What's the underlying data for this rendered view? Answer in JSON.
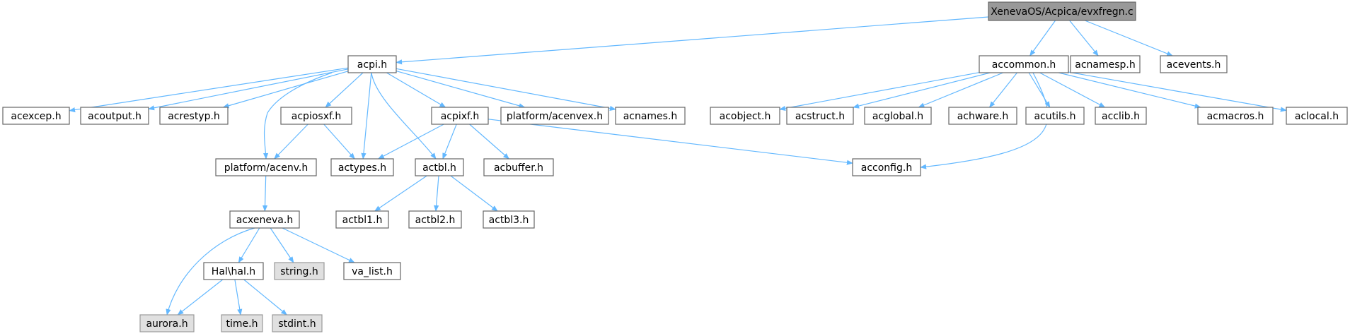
{
  "graph": {
    "root": "XenevaOS/Acpica/evxfregn.c",
    "nodes": [
      {
        "id": "root",
        "label": "XenevaOS/Acpica/evxfregn.c",
        "kind": "root"
      },
      {
        "id": "acpi",
        "label": "acpi.h",
        "kind": "local"
      },
      {
        "id": "accommon",
        "label": "accommon.h",
        "kind": "local"
      },
      {
        "id": "acnamesp",
        "label": "acnamesp.h",
        "kind": "local"
      },
      {
        "id": "acevents",
        "label": "acevents.h",
        "kind": "local"
      },
      {
        "id": "acexcep",
        "label": "acexcep.h",
        "kind": "local"
      },
      {
        "id": "acoutput",
        "label": "acoutput.h",
        "kind": "local"
      },
      {
        "id": "acrestyp",
        "label": "acrestyp.h",
        "kind": "local"
      },
      {
        "id": "acpiosxf",
        "label": "acpiosxf.h",
        "kind": "local"
      },
      {
        "id": "acpixf",
        "label": "acpixf.h",
        "kind": "local"
      },
      {
        "id": "acenvex",
        "label": "platform/acenvex.h",
        "kind": "local"
      },
      {
        "id": "acnames",
        "label": "acnames.h",
        "kind": "local"
      },
      {
        "id": "acobject",
        "label": "acobject.h",
        "kind": "local"
      },
      {
        "id": "acstruct",
        "label": "acstruct.h",
        "kind": "local"
      },
      {
        "id": "acglobal",
        "label": "acglobal.h",
        "kind": "local"
      },
      {
        "id": "achware",
        "label": "achware.h",
        "kind": "local"
      },
      {
        "id": "acutils",
        "label": "acutils.h",
        "kind": "local"
      },
      {
        "id": "acclib",
        "label": "acclib.h",
        "kind": "local"
      },
      {
        "id": "acmacros",
        "label": "acmacros.h",
        "kind": "local"
      },
      {
        "id": "aclocal",
        "label": "aclocal.h",
        "kind": "local"
      },
      {
        "id": "acenv",
        "label": "platform/acenv.h",
        "kind": "local"
      },
      {
        "id": "actypes",
        "label": "actypes.h",
        "kind": "local"
      },
      {
        "id": "actbl",
        "label": "actbl.h",
        "kind": "local"
      },
      {
        "id": "acbuffer",
        "label": "acbuffer.h",
        "kind": "local"
      },
      {
        "id": "acconfig",
        "label": "acconfig.h",
        "kind": "local"
      },
      {
        "id": "acxeneva",
        "label": "acxeneva.h",
        "kind": "local"
      },
      {
        "id": "actbl1",
        "label": "actbl1.h",
        "kind": "local"
      },
      {
        "id": "actbl2",
        "label": "actbl2.h",
        "kind": "local"
      },
      {
        "id": "actbl3",
        "label": "actbl3.h",
        "kind": "local"
      },
      {
        "id": "halh",
        "label": "Hal\\hal.h",
        "kind": "local"
      },
      {
        "id": "string",
        "label": "string.h",
        "kind": "system"
      },
      {
        "id": "valist",
        "label": "va_list.h",
        "kind": "local"
      },
      {
        "id": "aurora",
        "label": "aurora.h",
        "kind": "system"
      },
      {
        "id": "time",
        "label": "time.h",
        "kind": "system"
      },
      {
        "id": "stdint",
        "label": "stdint.h",
        "kind": "system"
      }
    ],
    "edges": [
      [
        "root",
        "acpi"
      ],
      [
        "root",
        "accommon"
      ],
      [
        "root",
        "acnamesp"
      ],
      [
        "root",
        "acevents"
      ],
      [
        "acpi",
        "acexcep"
      ],
      [
        "acpi",
        "acoutput"
      ],
      [
        "acpi",
        "acrestyp"
      ],
      [
        "acpi",
        "acpiosxf"
      ],
      [
        "acpi",
        "acenv"
      ],
      [
        "acpi",
        "actypes"
      ],
      [
        "acpi",
        "actbl"
      ],
      [
        "acpi",
        "acpixf"
      ],
      [
        "acpi",
        "acenvex"
      ],
      [
        "acpi",
        "acnames"
      ],
      [
        "accommon",
        "acobject"
      ],
      [
        "accommon",
        "acstruct"
      ],
      [
        "accommon",
        "acglobal"
      ],
      [
        "accommon",
        "achware"
      ],
      [
        "accommon",
        "acutils"
      ],
      [
        "accommon",
        "acclib"
      ],
      [
        "accommon",
        "acmacros"
      ],
      [
        "accommon",
        "aclocal"
      ],
      [
        "accommon",
        "acconfig"
      ],
      [
        "acpiosxf",
        "acenv"
      ],
      [
        "acpiosxf",
        "actypes"
      ],
      [
        "acpixf",
        "actypes"
      ],
      [
        "acpixf",
        "actbl"
      ],
      [
        "acpixf",
        "acbuffer"
      ],
      [
        "acpixf",
        "acconfig"
      ],
      [
        "acenv",
        "acxeneva"
      ],
      [
        "actbl",
        "actbl1"
      ],
      [
        "actbl",
        "actbl2"
      ],
      [
        "actbl",
        "actbl3"
      ],
      [
        "acxeneva",
        "aurora"
      ],
      [
        "acxeneva",
        "halh"
      ],
      [
        "acxeneva",
        "string"
      ],
      [
        "acxeneva",
        "valist"
      ],
      [
        "halh",
        "aurora"
      ],
      [
        "halh",
        "time"
      ],
      [
        "halh",
        "stdint"
      ]
    ],
    "colors": {
      "edge": "#63b8ff",
      "root_fill": "#999999",
      "system_fill": "#e0e0e0",
      "border": "#666666"
    }
  }
}
